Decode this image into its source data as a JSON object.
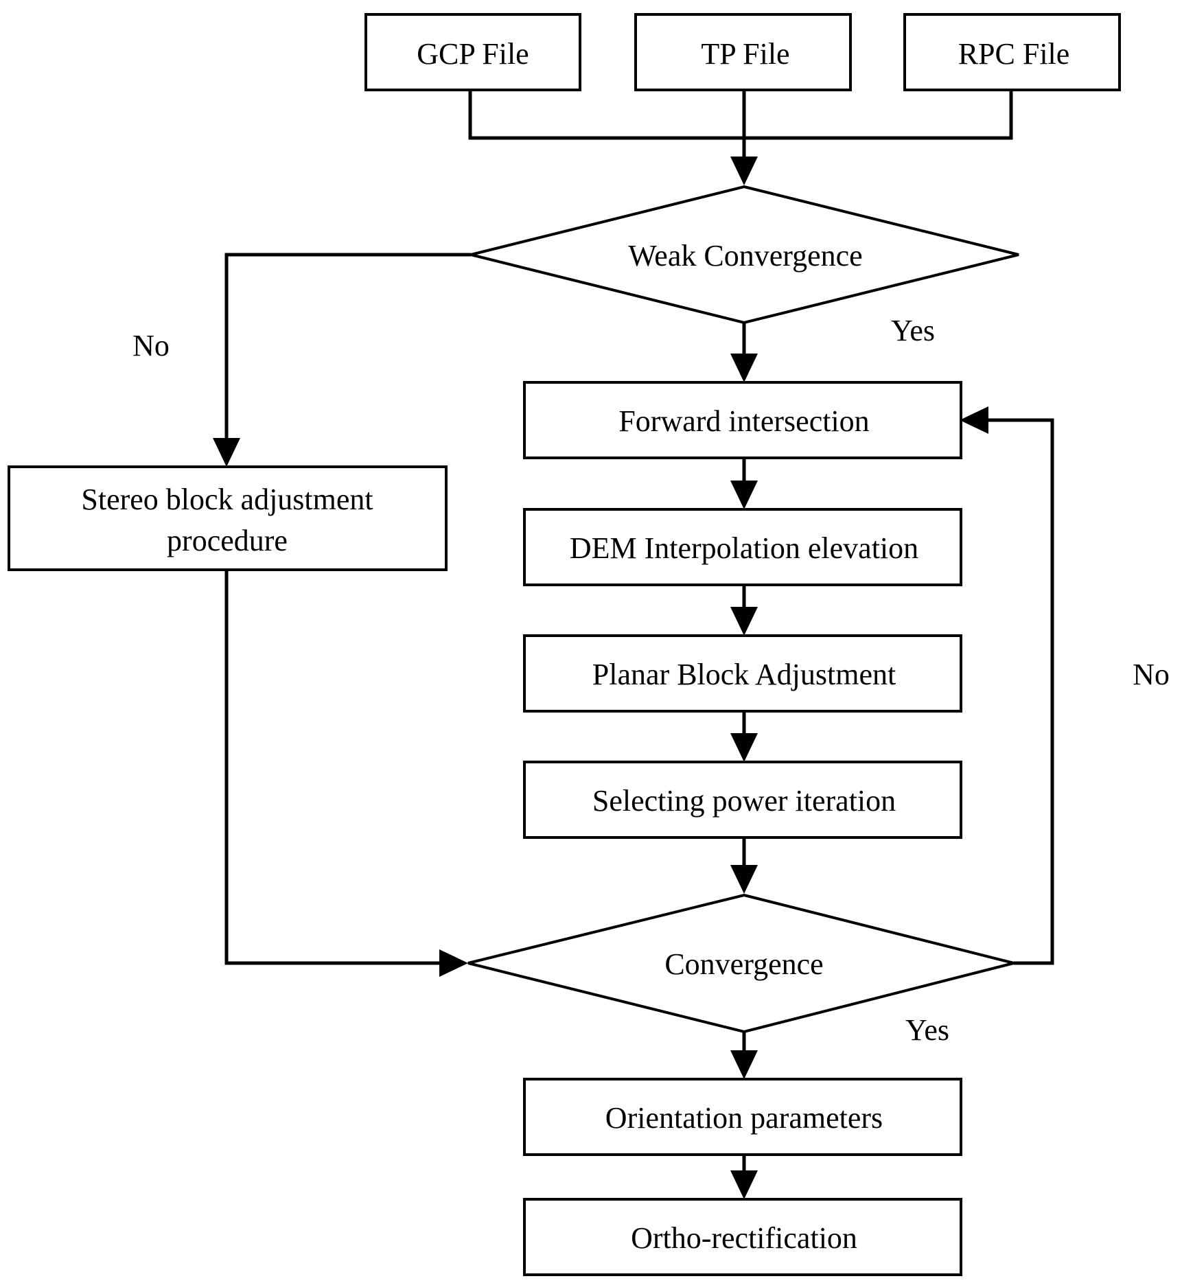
{
  "nodes": {
    "gcp_file": "GCP File",
    "tp_file": "TP File",
    "rpc_file": "RPC File",
    "weak_convergence": "Weak Convergence",
    "forward_intersection": "Forward intersection",
    "stereo_block_line1": "Stereo block adjustment",
    "stereo_block_line2": "procedure",
    "dem_interpolation": "DEM Interpolation elevation",
    "planar_block": "Planar Block Adjustment",
    "selecting_power": "Selecting power iteration",
    "convergence": "Convergence",
    "orientation_parameters": "Orientation parameters",
    "ortho_rectification": "Ortho-rectification"
  },
  "edge_labels": {
    "weak_no": "No",
    "weak_yes": "Yes",
    "conv_no": "No",
    "conv_yes": "Yes"
  }
}
